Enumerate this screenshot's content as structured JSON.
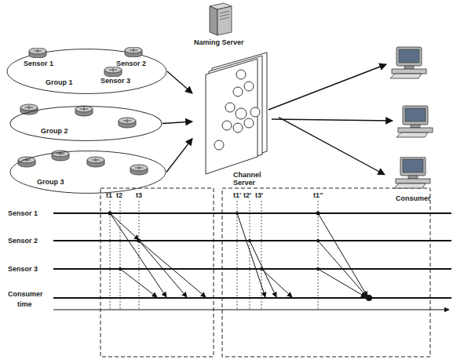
{
  "diagram": {
    "nodes": [
      {
        "text": [
          "Group 1"
        ]
      },
      {
        "text": [
          "Sensor 1"
        ],
        "in": 0
      },
      {
        "text": [
          "Sensor 2"
        ],
        "in": 0
      },
      {
        "text": [
          "Sensor 3"
        ],
        "in": 0
      },
      {
        "text": [
          "Group 2"
        ]
      },
      {
        "text": [
          "Group 3"
        ]
      },
      {
        "text": [
          "Naming Server"
        ]
      },
      {
        "text": [
          "Channel Server"
        ]
      },
      {
        "text": [
          "Consumer"
        ]
      }
    ],
    "edges": [
      {
        "from": 0,
        "to": 7,
        "arrow": "to"
      },
      {
        "from": 4,
        "to": 7,
        "arrow": "to"
      },
      {
        "from": 5,
        "to": 7,
        "arrow": "to"
      },
      {
        "from": 7,
        "to": 8,
        "arrow": "to"
      }
    ],
    "labels": [
      "Sensor 1",
      "Sensor 2",
      "Sensor 3",
      "Consumer",
      "time",
      "t1",
      "t2",
      "t3",
      "t1'",
      "t2'",
      "t3'",
      "t1''"
    ]
  }
}
